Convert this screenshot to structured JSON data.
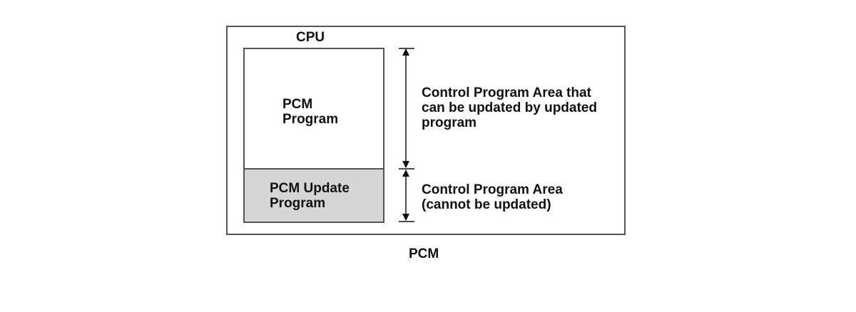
{
  "diagram": {
    "outer_label": "PCM",
    "cpu_label": "CPU",
    "pcm_program": {
      "lines": [
        "PCM",
        "Program"
      ]
    },
    "pcm_update_program": {
      "lines": [
        "PCM Update",
        "Program"
      ]
    },
    "updatable_area": {
      "lines": [
        "Control Program Area that",
        "can be updated by updated",
        "program"
      ]
    },
    "non_updatable_area": {
      "lines": [
        "Control Program Area",
        "(cannot be updated)"
      ]
    },
    "colors": {
      "border": "#555555",
      "update_fill": "#d6d6d6",
      "text": "#111111"
    }
  }
}
